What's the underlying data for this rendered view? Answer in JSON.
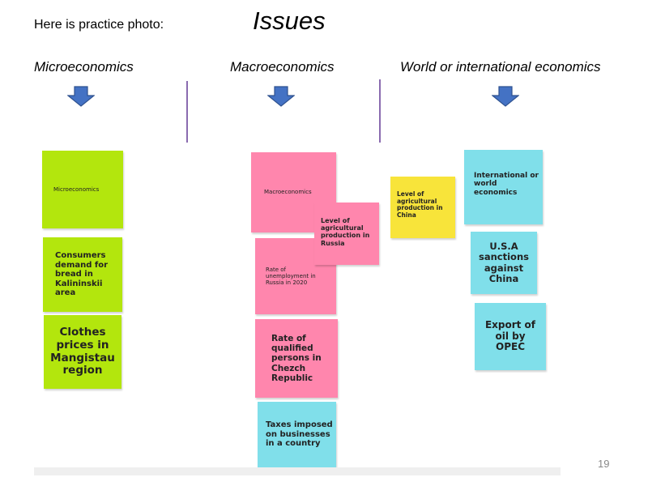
{
  "slide": {
    "intro": "Here is practice photo:",
    "title": "Issues",
    "columns": [
      "Microeconomics",
      "Macroeconomics",
      "World or international economics"
    ],
    "notes": {
      "micro_header": "Microeconomics",
      "consumers": "Consumers demand for bread in Kalininskii area",
      "clothes": "Clothes prices in Mangistau region",
      "macro_header": "Macroeconomics",
      "unemployment": "Rate of unemployment in Russia in 2020",
      "agri_russia": "Level of agricultural production in Russia",
      "qualified": "Rate of qualified persons in Chezch Republic",
      "taxes": "Taxes imposed on businesses in a country",
      "agri_china": "Level of agricultural production in China",
      "intl_header": "International or world economics",
      "sanctions": "U.S.A sanctions against China",
      "opec": "Export of oil by OPEC"
    },
    "page_number": "19"
  },
  "colors": {
    "green": "#b3e60d",
    "pink": "#ff86ad",
    "cyan": "#80dfea",
    "yellow": "#f8e43a",
    "arrow": "#4472c4"
  }
}
